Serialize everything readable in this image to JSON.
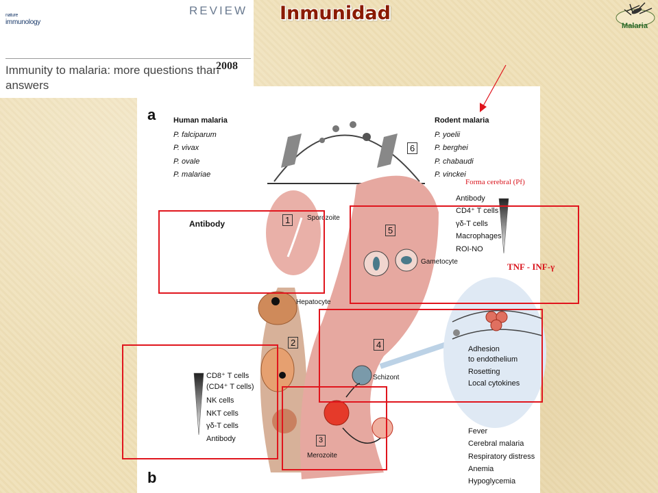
{
  "header": {
    "publisher_line1": "nature",
    "publisher_line2": "immunology",
    "review_label": "REVIEW",
    "paper_title": "Immunity to malaria: more questions than answers",
    "year": "2008",
    "slide_title": "Inmunidad",
    "logo_text": "Malaria"
  },
  "figure": {
    "panel_a": "a",
    "panel_b": "b",
    "human_malaria": {
      "title": "Human malaria",
      "species": [
        "P. falciparum",
        "P. vivax",
        "P. ovale",
        "P. malariae"
      ]
    },
    "rodent_malaria": {
      "title": "Rodent malaria",
      "species": [
        "P. yoelii",
        "P. berghei",
        "P. chabaudi",
        "P. vinckei"
      ]
    },
    "stages": {
      "s1": "1",
      "s2": "2",
      "s3": "3",
      "s4": "4",
      "s5": "5",
      "s6": "6"
    },
    "labels": {
      "sporozoite": "Sporozoite",
      "hepatocyte": "Hepatocyte",
      "merozoite": "Merozoite",
      "schizont": "Schizont",
      "gametocyte": "Gametocyte",
      "antibody": "Antibody"
    },
    "liver_effectors": [
      "CD8⁺ T cells",
      "(CD4⁺ T cells)",
      "NK cells",
      "NKT cells",
      "γδ-T cells",
      "Antibody"
    ],
    "sexual_effectors": [
      "Antibody",
      "CD4⁺ T cells",
      "γδ-T cells",
      "Macrophages",
      "ROI-NO"
    ],
    "adhesion": [
      "Adhesion",
      "to endothelium",
      "Rosetting",
      "Local cytokines"
    ],
    "symptoms": [
      "Fever",
      "Cerebral malaria",
      "Respiratory distress",
      "Anemia",
      "Hypoglycemia"
    ]
  },
  "annotations": {
    "cerebral": "Forma cerebral (Pf)",
    "tnf": "TNF - INF-γ"
  },
  "colors": {
    "red_box": "#e0141c",
    "title": "#8a1a00",
    "blood_stage": "#e8a8a0",
    "liver_stage": "#d9b29a"
  }
}
